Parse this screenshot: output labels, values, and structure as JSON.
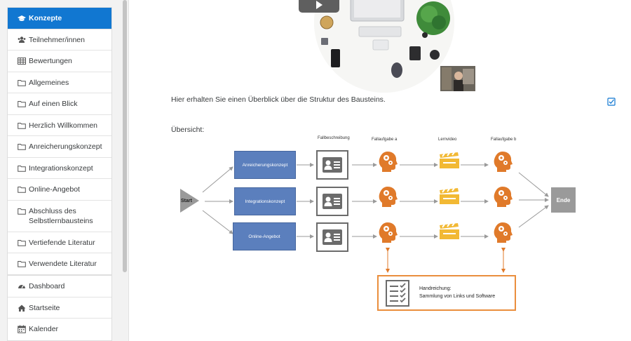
{
  "sidebar": {
    "course_items": [
      {
        "label": "Konzepte",
        "icon": "graduation-cap-icon",
        "active": true
      },
      {
        "label": "Teilnehmer/innen",
        "icon": "users-icon"
      },
      {
        "label": "Bewertungen",
        "icon": "table-icon"
      },
      {
        "label": "Allgemeines",
        "icon": "folder-icon"
      },
      {
        "label": "Auf einen Blick",
        "icon": "folder-icon"
      },
      {
        "label": "Herzlich Willkommen",
        "icon": "folder-icon"
      },
      {
        "label": "Anreicherungskonzept",
        "icon": "folder-icon"
      },
      {
        "label": "Integrationskonzept",
        "icon": "folder-icon"
      },
      {
        "label": "Online-Angebot",
        "icon": "folder-icon"
      },
      {
        "label": "Abschluss des Selbstlernbausteins",
        "icon": "folder-icon"
      },
      {
        "label": "Vertiefende Literatur",
        "icon": "folder-icon"
      },
      {
        "label": "Verwendete Literatur",
        "icon": "folder-icon"
      }
    ],
    "site_items": [
      {
        "label": "Dashboard",
        "icon": "dashboard-icon"
      },
      {
        "label": "Startseite",
        "icon": "home-icon"
      },
      {
        "label": "Kalender",
        "icon": "calendar-icon"
      }
    ]
  },
  "main": {
    "intro_text": "Hier erhalten Sie einen Überblick über die Struktur des Bausteins.",
    "overview_label": "Übersicht:"
  },
  "diagram": {
    "column_labels": [
      "Fallbeschreibung",
      "Fallaufgabe a",
      "Lernvideo",
      "Fallaufgabe b"
    ],
    "start_label": "Start",
    "end_label": "Ende",
    "concepts": [
      "Anreicherungskonzept",
      "Integrationskonzept",
      "Online-Angebot"
    ],
    "handout_title": "Handreichung:",
    "handout_subtitle": "Sammlung von Links und Software"
  },
  "colors": {
    "accent": "#1177d1",
    "concept_blue": "#5b7fbd",
    "head_orange": "#e07a2a",
    "clapper_yellow": "#f2b934",
    "end_gray": "#9a9a9a"
  }
}
